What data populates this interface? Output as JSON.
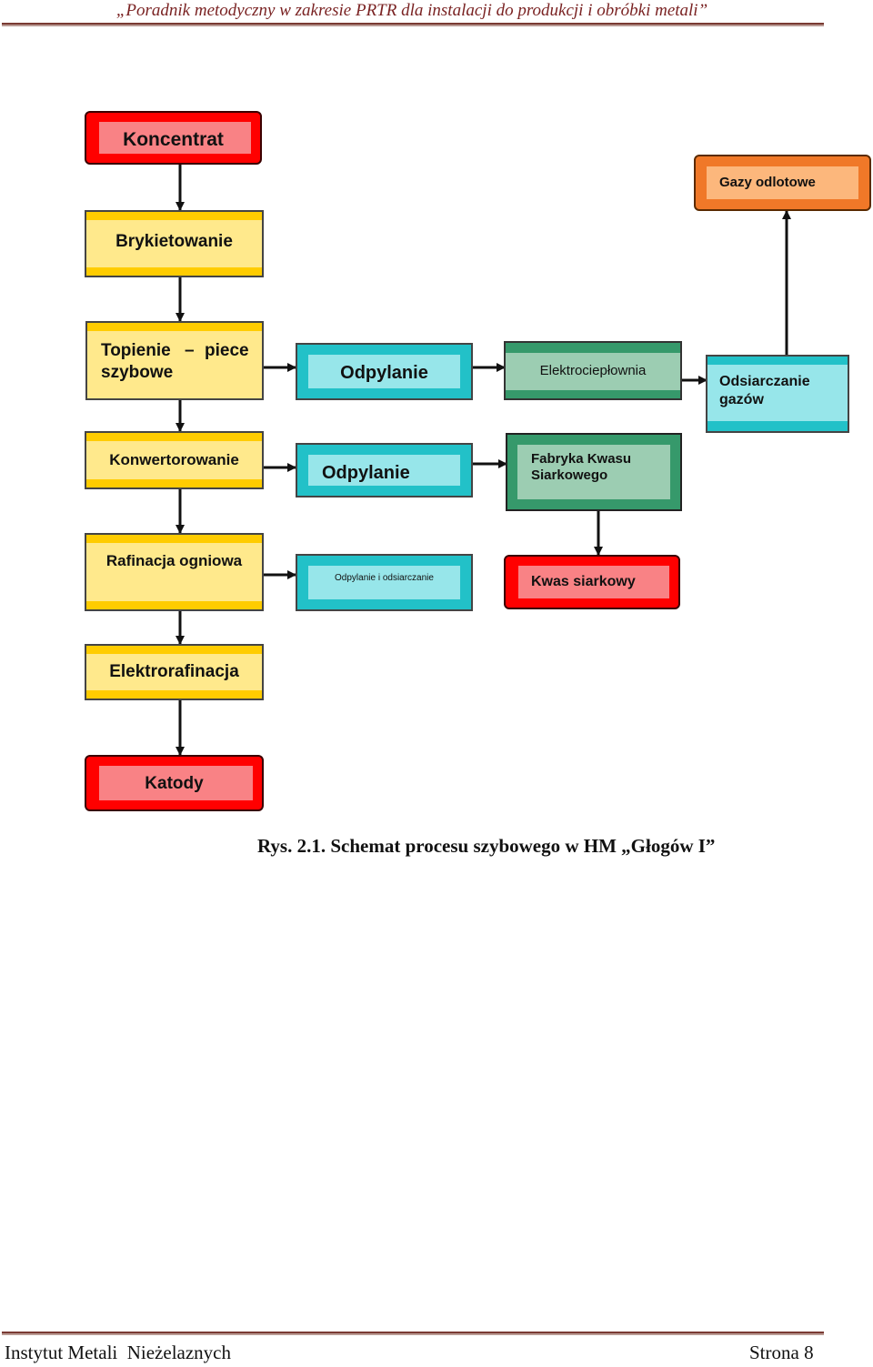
{
  "header": {
    "title": "„Poradnik metodyczny w zakresie PRTR dla instalacji do produkcji i obróbki metali”"
  },
  "diagram": {
    "koncentrat": "Koncentrat",
    "brykietowanie": "Brykietowanie",
    "topienie_line1": "Topienie",
    "topienie_dash": "–",
    "topienie_line1b": "piece",
    "topienie_line2": "szybowe",
    "odpylanie_1": "Odpylanie",
    "elektrocieplownia": "Elektrociepłownia",
    "odsiarczanie_line1": "Odsiarczanie",
    "odsiarczanie_line2": "gazów",
    "gazy_odlotowe": "Gazy odlotowe",
    "konwertorowanie": "Konwertorowanie",
    "odpylanie_2": "Odpylanie",
    "fabryka_line1": "Fabryka Kwasu",
    "fabryka_line2": "Siarkowego",
    "rafinacja": "Rafinacja ogniowa",
    "odpylanie_odsiarczanie": "Odpylanie i odsiarczanie",
    "kwas_siarkowy": "Kwas siarkowy",
    "elektrorafinacja": "Elektrorafinacja",
    "katody": "Katody"
  },
  "caption": "Rys. 2.1. Schemat procesu szybowego w HM „Głogów I”",
  "footer": {
    "left": "Instytut Metali  Nieżelaznych",
    "right": "Strona 8"
  },
  "colors": {
    "red": "#ff0000",
    "red_inner": "#f98285",
    "yellow": "#ffe98c",
    "yellow_band": "#ffcc00",
    "teal": "#22c1c8",
    "teal_inner": "#97e6ea",
    "green": "#36996b",
    "green_inner": "#9ccdb2",
    "orange": "#f07828",
    "orange_inner": "#fcb77c"
  }
}
